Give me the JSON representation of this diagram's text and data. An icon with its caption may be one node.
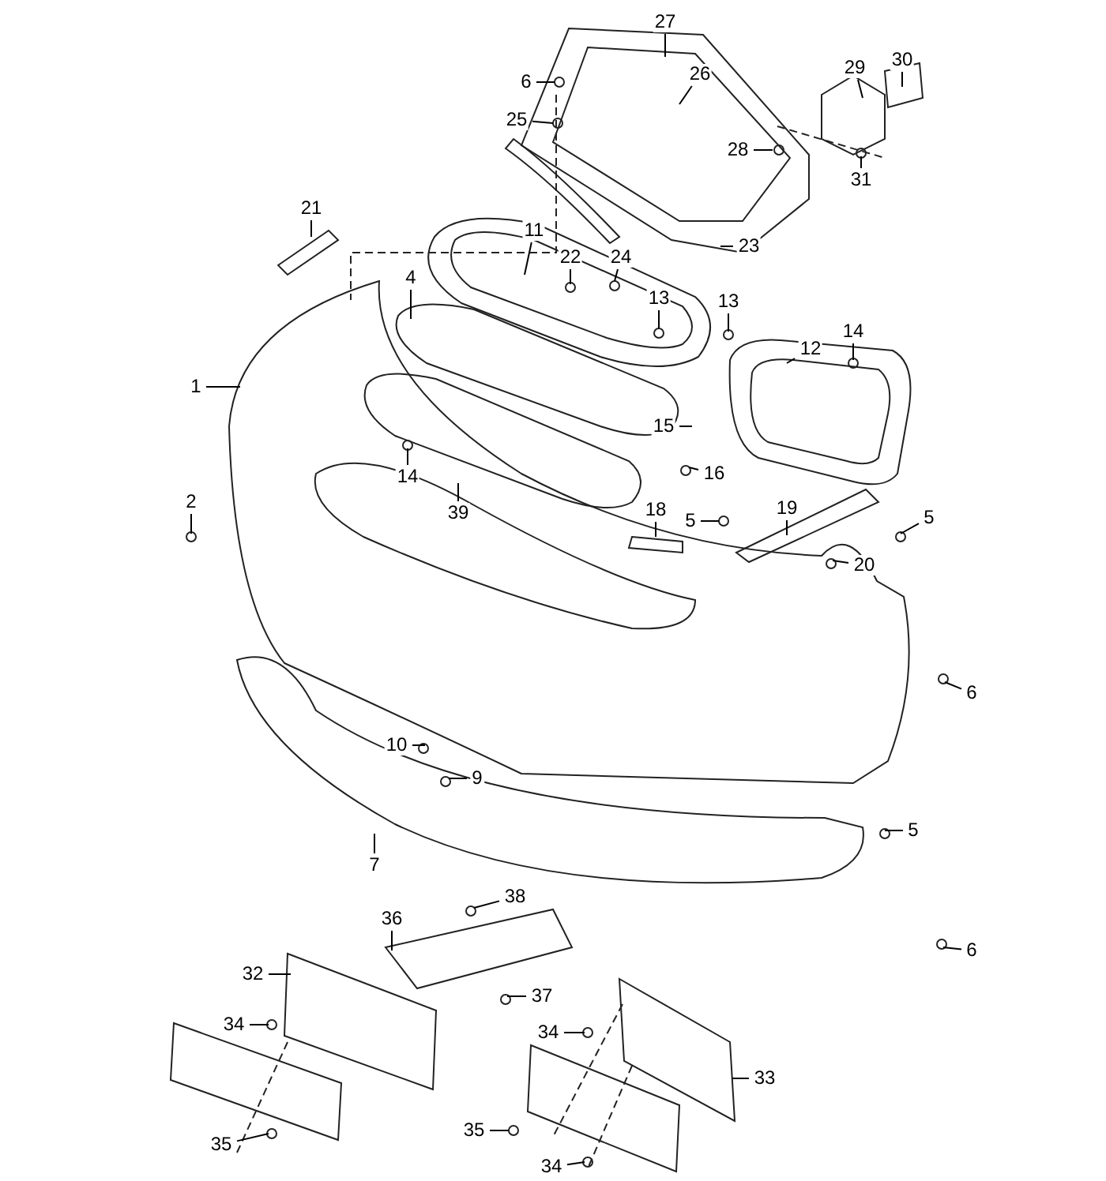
{
  "diagram": {
    "nodes": [
      {
        "text": [
          "27"
        ]
      },
      {
        "text": [
          "30"
        ]
      },
      {
        "text": [
          "29"
        ]
      },
      {
        "text": [
          "26"
        ]
      },
      {
        "text": [
          "6"
        ]
      },
      {
        "text": [
          "25"
        ]
      },
      {
        "text": [
          "28"
        ]
      },
      {
        "text": [
          "31"
        ]
      },
      {
        "text": [
          "21"
        ]
      },
      {
        "text": [
          "11"
        ]
      },
      {
        "text": [
          "23"
        ]
      },
      {
        "text": [
          "22"
        ]
      },
      {
        "text": [
          "24"
        ]
      },
      {
        "text": [
          "4"
        ]
      },
      {
        "text": [
          "13"
        ]
      },
      {
        "text": [
          "13"
        ]
      },
      {
        "text": [
          "14"
        ]
      },
      {
        "text": [
          "12"
        ]
      },
      {
        "text": [
          "1"
        ]
      },
      {
        "text": [
          "15"
        ]
      },
      {
        "text": [
          "16"
        ]
      },
      {
        "text": [
          "14"
        ]
      },
      {
        "text": [
          "2"
        ]
      },
      {
        "text": [
          "39"
        ]
      },
      {
        "text": [
          "18"
        ]
      },
      {
        "text": [
          "19"
        ]
      },
      {
        "text": [
          "5"
        ]
      },
      {
        "text": [
          "5"
        ]
      },
      {
        "text": [
          "20"
        ]
      },
      {
        "text": [
          "6"
        ]
      },
      {
        "text": [
          "10"
        ]
      },
      {
        "text": [
          "9"
        ]
      },
      {
        "text": [
          "5"
        ]
      },
      {
        "text": [
          "7"
        ]
      },
      {
        "text": [
          "38"
        ]
      },
      {
        "text": [
          "36"
        ]
      },
      {
        "text": [
          "6"
        ]
      },
      {
        "text": [
          "32"
        ]
      },
      {
        "text": [
          "37"
        ]
      },
      {
        "text": [
          "34"
        ]
      },
      {
        "text": [
          "34"
        ]
      },
      {
        "text": [
          "33"
        ]
      },
      {
        "text": [
          "35"
        ]
      },
      {
        "text": [
          "35"
        ]
      },
      {
        "text": [
          "34"
        ]
      }
    ],
    "edges": [
      {
        "from": 0,
        "to": null,
        "arrow": "none"
      },
      {
        "from": 1,
        "to": null,
        "arrow": "none"
      },
      {
        "from": 2,
        "to": null,
        "arrow": "none"
      },
      {
        "from": 3,
        "to": null,
        "arrow": "none"
      },
      {
        "from": 4,
        "to": null,
        "arrow": "none"
      },
      {
        "from": 5,
        "to": null,
        "arrow": "none"
      },
      {
        "from": 6,
        "to": null,
        "arrow": "none"
      },
      {
        "from": 7,
        "to": null,
        "arrow": "none"
      },
      {
        "from": 8,
        "to": null,
        "arrow": "none"
      },
      {
        "from": 9,
        "to": null,
        "arrow": "none"
      },
      {
        "from": 10,
        "to": null,
        "arrow": "none"
      },
      {
        "from": 11,
        "to": null,
        "arrow": "none"
      },
      {
        "from": 12,
        "to": null,
        "arrow": "none"
      },
      {
        "from": 13,
        "to": null,
        "arrow": "none"
      },
      {
        "from": 14,
        "to": null,
        "arrow": "none"
      },
      {
        "from": 15,
        "to": null,
        "arrow": "none"
      },
      {
        "from": 16,
        "to": null,
        "arrow": "none"
      },
      {
        "from": 17,
        "to": null,
        "arrow": "none"
      },
      {
        "from": 18,
        "to": null,
        "arrow": "none"
      },
      {
        "from": 19,
        "to": null,
        "arrow": "none"
      },
      {
        "from": 20,
        "to": null,
        "arrow": "none"
      },
      {
        "from": 21,
        "to": null,
        "arrow": "none"
      },
      {
        "from": 22,
        "to": null,
        "arrow": "none"
      },
      {
        "from": 23,
        "to": null,
        "arrow": "none"
      },
      {
        "from": 24,
        "to": null,
        "arrow": "none"
      },
      {
        "from": 25,
        "to": null,
        "arrow": "none"
      },
      {
        "from": 26,
        "to": null,
        "arrow": "none"
      },
      {
        "from": 27,
        "to": null,
        "arrow": "none"
      },
      {
        "from": 28,
        "to": null,
        "arrow": "none"
      },
      {
        "from": 29,
        "to": null,
        "arrow": "none"
      },
      {
        "from": 30,
        "to": null,
        "arrow": "none"
      },
      {
        "from": 31,
        "to": null,
        "arrow": "none"
      },
      {
        "from": 32,
        "to": null,
        "arrow": "none"
      },
      {
        "from": 33,
        "to": null,
        "arrow": "none"
      },
      {
        "from": 34,
        "to": null,
        "arrow": "none"
      },
      {
        "from": 35,
        "to": null,
        "arrow": "none"
      },
      {
        "from": 36,
        "to": null,
        "arrow": "none"
      },
      {
        "from": 37,
        "to": null,
        "arrow": "none"
      },
      {
        "from": 38,
        "to": null,
        "arrow": "none"
      },
      {
        "from": 39,
        "to": null,
        "arrow": "none"
      },
      {
        "from": 40,
        "to": null,
        "arrow": "none"
      },
      {
        "from": 41,
        "to": null,
        "arrow": "none"
      },
      {
        "from": 42,
        "to": null,
        "arrow": "none"
      },
      {
        "from": 43,
        "to": null,
        "arrow": "none"
      },
      {
        "from": 44,
        "to": null,
        "arrow": "none"
      }
    ]
  }
}
